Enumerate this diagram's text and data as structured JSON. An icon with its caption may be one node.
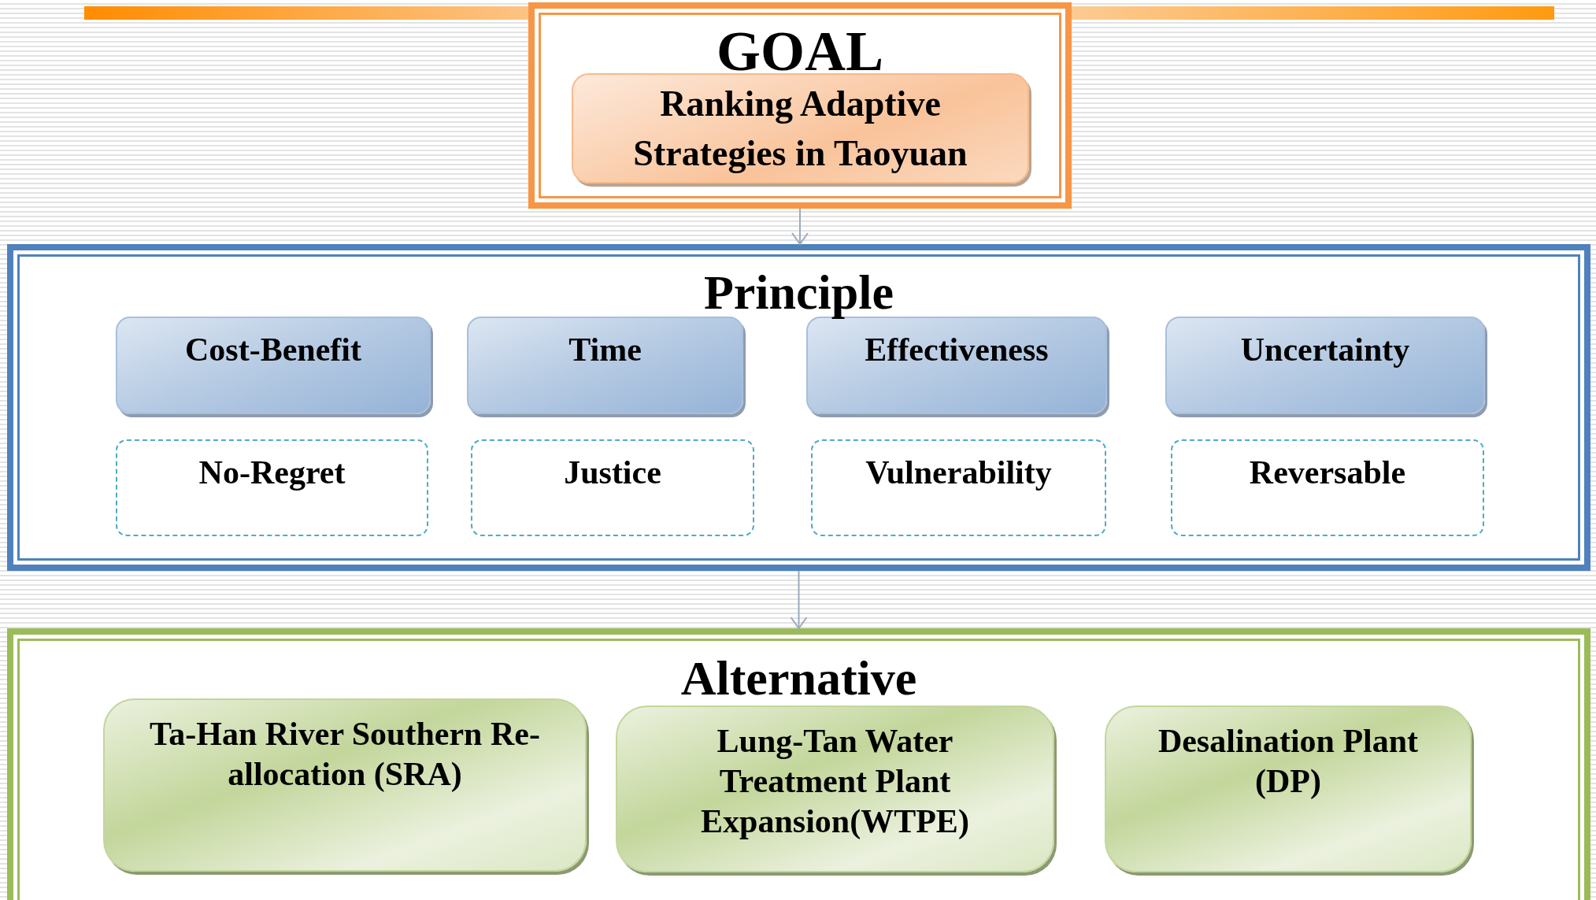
{
  "diagram": {
    "nodes": [
      {
        "text": [
          "GOAL"
        ]
      },
      {
        "text": [
          "Ranking Adaptive Strategies in Taoyuan"
        ],
        "in": 0
      },
      {
        "text": [
          "Principle"
        ]
      },
      {
        "text": [
          "Cost-Benefit"
        ],
        "in": 2
      },
      {
        "text": [
          "Time"
        ],
        "in": 2
      },
      {
        "text": [
          "Effectiveness"
        ],
        "in": 2
      },
      {
        "text": [
          "Uncertainty"
        ],
        "in": 2
      },
      {
        "text": [
          "No-Regret"
        ],
        "in": 2
      },
      {
        "text": [
          "Justice"
        ],
        "in": 2
      },
      {
        "text": [
          "Vulnerability"
        ],
        "in": 2
      },
      {
        "text": [
          "Reversable"
        ],
        "in": 2
      },
      {
        "text": [
          "Alternative"
        ]
      },
      {
        "text": [
          "Ta-Han River Southern Re-allocation (SRA)"
        ],
        "in": 11
      },
      {
        "text": [
          "Lung-Tan Water Treatment Plant Expansion(WTPE)"
        ],
        "in": 11
      },
      {
        "text": [
          "Desalination Plant (DP)"
        ],
        "in": 11
      }
    ],
    "edges": [
      {
        "from": 0,
        "to": 2,
        "arrow": "to"
      },
      {
        "from": 2,
        "to": 11,
        "arrow": "to"
      }
    ]
  }
}
